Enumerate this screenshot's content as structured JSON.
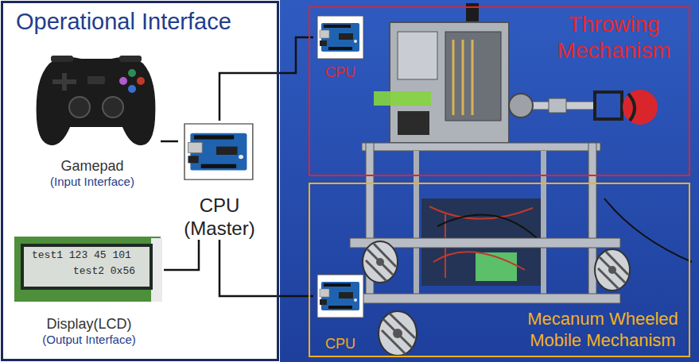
{
  "diagram": {
    "nodes": [
      {
        "text": [
          "Operational Interface"
        ]
      },
      {
        "text": [
          "Gamepad",
          "(Input Interface)"
        ],
        "in": 0
      },
      {
        "text": [
          "Display(LCD)",
          "(Output Interface)"
        ],
        "in": 0
      },
      {
        "text": [
          "CPU (Master)"
        ],
        "in": 0
      },
      {
        "text": [
          "Throwing Mechanism"
        ]
      },
      {
        "text": [
          "CPU"
        ],
        "in": 4
      },
      {
        "text": [
          "Mecanum Wheeled Mobile Mechanism"
        ]
      },
      {
        "text": [
          "CPU"
        ],
        "in": 6
      }
    ],
    "edges": [
      {
        "from": 1,
        "to": 3,
        "arrow": "none"
      },
      {
        "from": 2,
        "to": 3,
        "arrow": "none"
      },
      {
        "from": 3,
        "to": 5,
        "arrow": "none"
      },
      {
        "from": 3,
        "to": 7,
        "arrow": "none"
      }
    ],
    "labels": [
      "test1 123 45 101",
      "test2 0x56"
    ]
  }
}
